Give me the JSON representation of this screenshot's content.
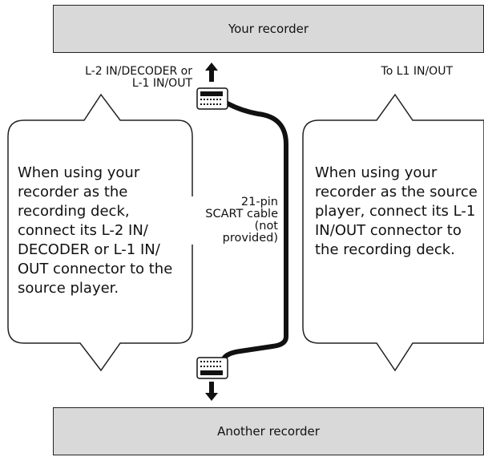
{
  "devices": {
    "top": "Your recorder",
    "bottom": "Another recorder"
  },
  "connectors": {
    "left_label_line1": "L-2 IN/DECODER or",
    "left_label_line2": "L-1 IN/OUT",
    "right_label": "To L1 IN/OUT"
  },
  "callouts": {
    "left": [
      "When using your",
      "recorder as the",
      "recording deck,",
      "connect its L-2 IN/",
      "DECODER or L-1 IN/",
      "OUT connector to the",
      "source player."
    ],
    "right": [
      "When using your",
      "recorder as the source",
      "player, connect its L-1",
      "IN/OUT connector to",
      "the recording deck."
    ]
  },
  "cable": {
    "label": [
      "21-pin",
      "SCART cable",
      "(not",
      "provided)"
    ]
  }
}
